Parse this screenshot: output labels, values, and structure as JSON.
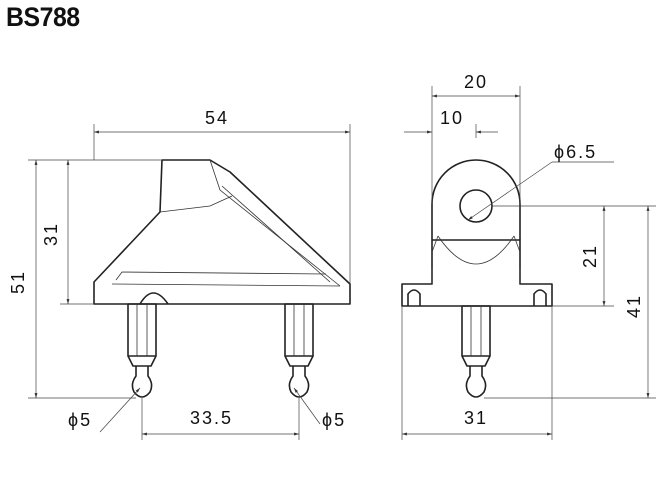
{
  "title": "BS788",
  "dimensions": {
    "front_width": "54",
    "front_height_upper": "31",
    "front_height_total": "51",
    "pin_spacing": "33.5",
    "pin_dia_left": "ϕ5",
    "pin_dia_right": "ϕ5",
    "side_width_top": "20",
    "side_half_width": "10",
    "hole_dia": "ϕ6.5",
    "side_hole_height": "21",
    "side_total_height": "41",
    "side_base_width": "31"
  }
}
